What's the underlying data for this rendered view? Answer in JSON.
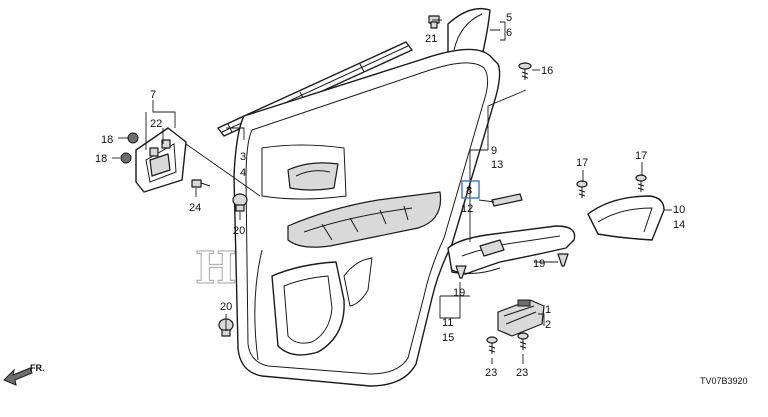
{
  "watermark": {
    "text": "HONDA",
    "color": "#b5b5b5"
  },
  "direction_arrow": {
    "label": "FR."
  },
  "diagram_code": "TV07B3920",
  "highlight_color": "#3a78c2",
  "callouts": {
    "c1": "1",
    "c2": "2",
    "c3": "3",
    "c4": "4",
    "c5": "5",
    "c6": "6",
    "c7": "7",
    "c8": "8",
    "c9": "9",
    "c10": "10",
    "c11": "11",
    "c12": "12",
    "c13": "13",
    "c14": "14",
    "c15": "15",
    "c16": "16",
    "c17a": "17",
    "c17b": "17",
    "c18a": "18",
    "c18b": "18",
    "c19a": "19",
    "c19b": "19",
    "c20a": "20",
    "c20b": "20",
    "c21": "21",
    "c22": "22",
    "c23a": "23",
    "c23b": "23",
    "c24": "24"
  }
}
